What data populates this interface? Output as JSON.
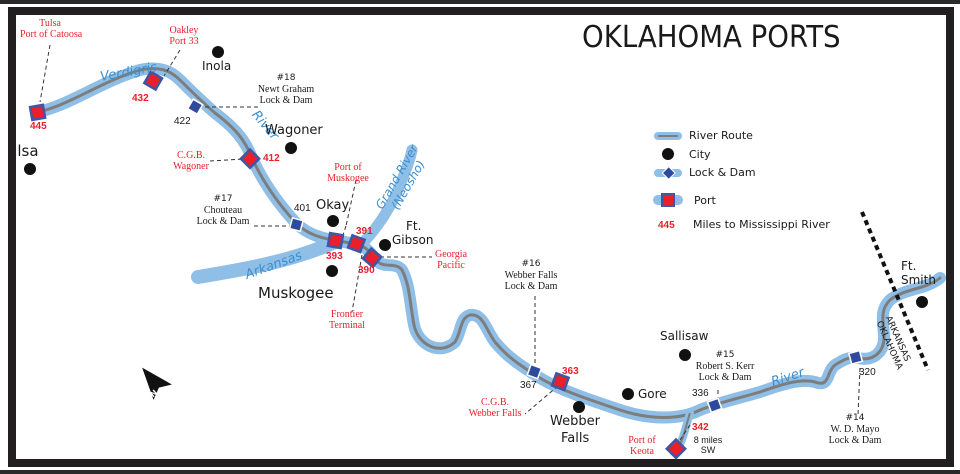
{
  "title": "OKLAHOMA PORTS",
  "legend": {
    "river_route": "River Route",
    "city": "City",
    "lock_dam": "Lock & Dam",
    "port": "Port",
    "miles_sample": "445",
    "miles": "Miles to Mississippi River"
  },
  "colors": {
    "river_fill": "#8fbfe6",
    "river_route": "#7d7d7d",
    "port_red": "#e8202a",
    "port_border": "#3d57a6",
    "lock_blue": "#2e4a9e",
    "label_red": "#e8202a",
    "frame": "#231f20"
  },
  "rivers": {
    "verdigris": "Verdigris",
    "river_upper": "River",
    "arkansas": "Arkansas",
    "grand": "Grand River",
    "neosho": "(Neosho)",
    "river_lower": "River"
  },
  "cities": {
    "tulsa": "Tulsa",
    "inola": "Inola",
    "wagoner": "Wagoner",
    "okay": "Okay",
    "ft_gibson_1": "Ft.",
    "ft_gibson_2": "Gibson",
    "muskogee": "Muskogee",
    "sallisaw": "Sallisaw",
    "gore": "Gore",
    "webber_falls_1": "Webber",
    "webber_falls_2": "Falls",
    "ft_smith_1": "Ft.",
    "ft_smith_2": "Smith"
  },
  "ports": {
    "catoosa_1": "Tulsa",
    "catoosa_2": "Port of Catoosa",
    "catoosa_mile": "445",
    "oakley_1": "Oakley",
    "oakley_2": "Port 33",
    "oakley_mile": "432",
    "cgb_wagoner_1": "C.G.B.",
    "cgb_wagoner_2": "Wagoner",
    "cgb_wagoner_mile": "412",
    "muskogee_1": "Port of",
    "muskogee_2": "Muskogee",
    "muskogee_mile": "393",
    "frontier_1": "Frontier",
    "frontier_2": "Terminal",
    "frontier_mile": "391",
    "georgia_1": "Georgia",
    "georgia_2": "Pacific",
    "georgia_mile": "390",
    "cgb_webber_1": "C.G.B.",
    "cgb_webber_2": "Webber Falls",
    "cgb_webber_mile": "363",
    "keota_1": "Port of",
    "keota_2": "Keota",
    "keota_mile": "342",
    "keota_note_1": "8 miles",
    "keota_note_2": "SW"
  },
  "locks": {
    "l18_num": "#18",
    "l18_name": "Newt Graham",
    "l18_ld": "Lock & Dam",
    "l18_mile": "422",
    "l17_num": "#17",
    "l17_name": "Chouteau",
    "l17_ld": "Lock & Dam",
    "l17_mile": "401",
    "l16_num": "#16",
    "l16_name": "Webber Falls",
    "l16_ld": "Lock & Dam",
    "l16_mile": "367",
    "l15_num": "#15",
    "l15_name": "Robert S. Kerr",
    "l15_ld": "Lock & Dam",
    "l15_mile": "336",
    "l14_num": "#14",
    "l14_name": "W. D. Mayo",
    "l14_ld": "Lock & Dam",
    "l14_mile": "320"
  },
  "states": {
    "arkansas": "ARKANSAS",
    "oklahoma": "OKLAHOMA"
  },
  "compass": {
    "north": "N"
  }
}
